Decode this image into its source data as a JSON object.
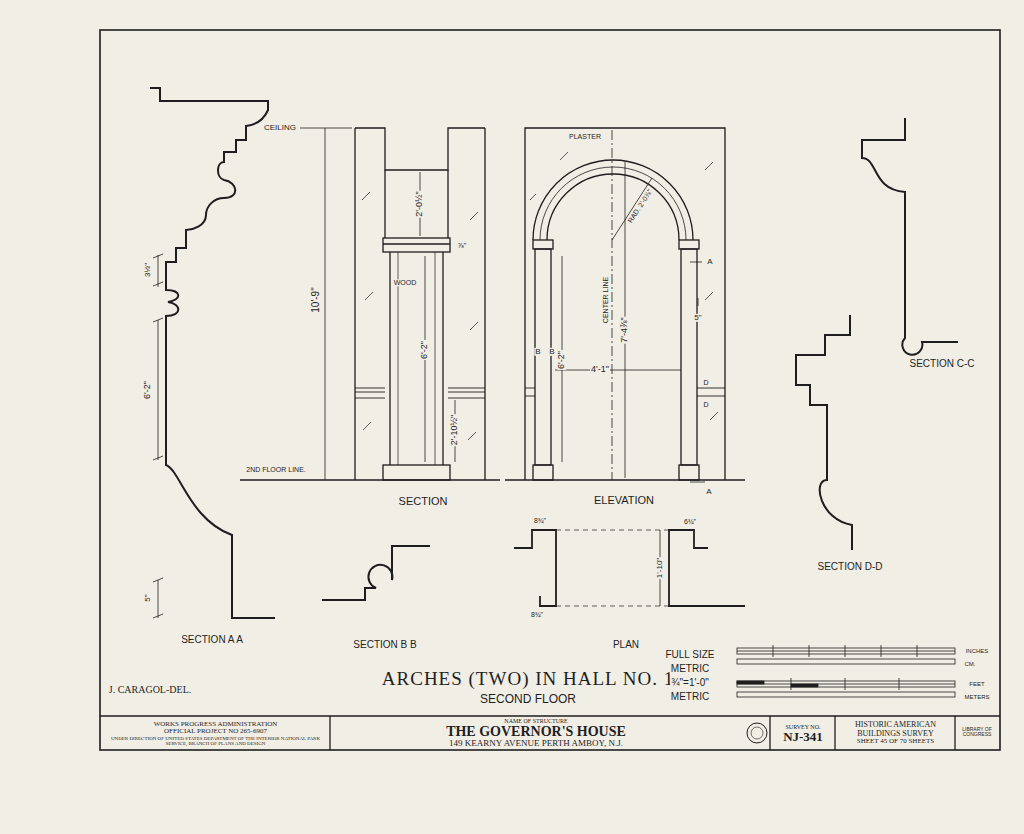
{
  "diagram": {
    "title": "ARCHES (TWO) IN HALL NO. 1",
    "nodes": [
      {
        "text": [
          "WORKS PROGRESS ADMINISTRATION",
          "OFFICIAL PROJECT NO 265-6907",
          "UNDER DIRECTION OF UNITED STATES DEPARTMENT OF THE INTERIOR NATIONAL PARK SERVICE, BRANCH OF PLANS AND DESIGN"
        ]
      },
      {
        "text": [
          "NAME OF STRUCTURE",
          "THE GOVERNOR'S HOUSE",
          "149 KEARNY AVENUE PERTH AMBOY, N.J."
        ]
      },
      {
        "text": [
          "SURVEY NO.",
          "NJ-341"
        ]
      },
      {
        "text": [
          "HISTORIC AMERICAN BUILDINGS SURVEY",
          "SHEET 45 OF 70 SHEETS"
        ]
      }
    ],
    "labels": [
      "CEILING",
      "10'-9\"",
      "2ND FLOOR LINE.",
      "2'-0½\"",
      "⅞\"",
      "WOOD",
      "6'-2\"",
      "2'-10½\"",
      "SECTION",
      "PLASTER",
      "RAD. 2'-0⅞\"",
      "CENTER LINE",
      "7'-4⅞\"",
      "4'-1\"",
      "6'-2\"",
      "5\"",
      "A",
      "A",
      "B",
      "B",
      "D",
      "D",
      "ELEVATION",
      "3½\"",
      "6'-2\"",
      "5\"",
      "SECTION A A",
      "SECTION B B",
      "8¾\"",
      "8¾\"",
      "1'-10\"",
      "6¾\"",
      "PLAN",
      "SECTION C-C",
      "SECTION D-D",
      "SECOND FLOOR",
      "FULL SIZE",
      "METRIC",
      "¾\"=1'-0\"",
      "METRIC",
      "INCHES",
      "CM.",
      "FEET",
      "METERS",
      "J. CARAGOL-DEL.",
      "LIBRARY OF CONGRESS"
    ]
  }
}
